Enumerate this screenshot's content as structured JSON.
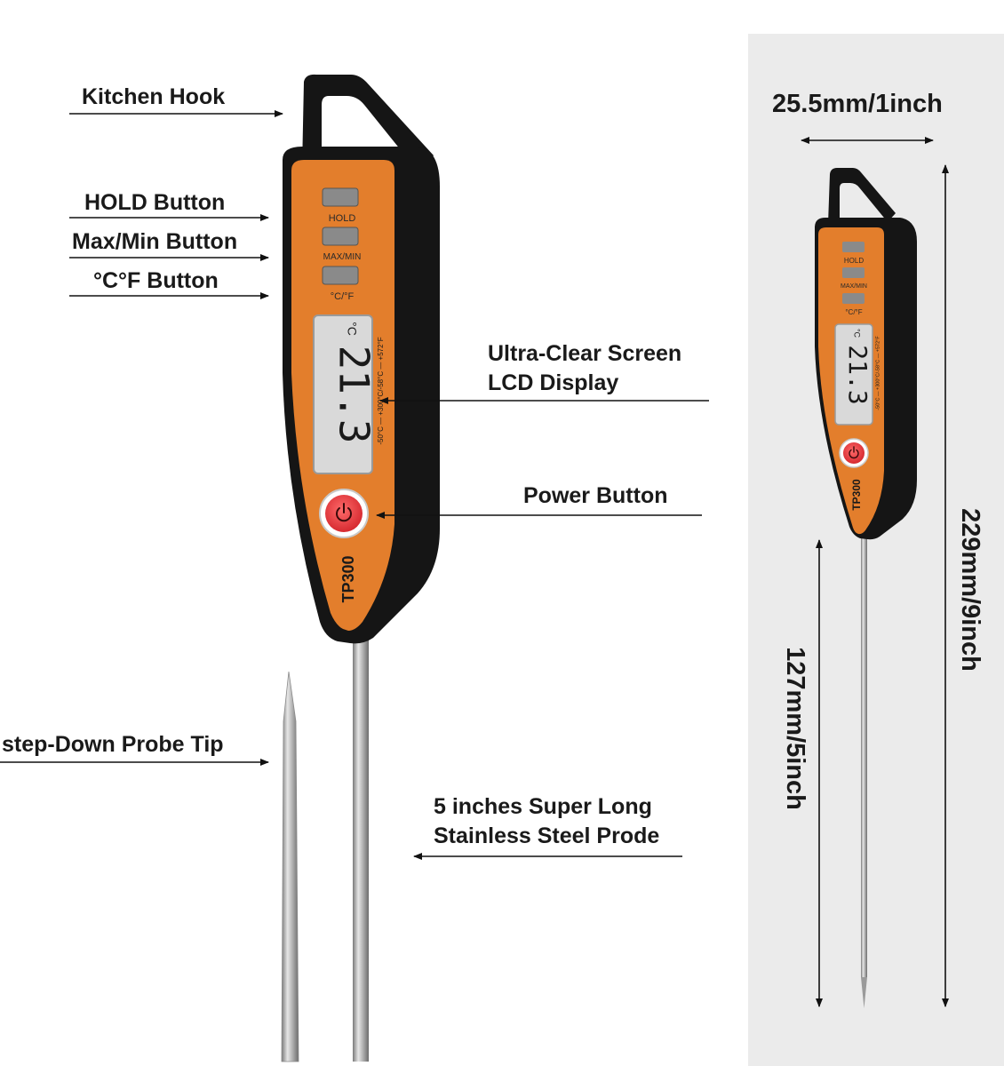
{
  "callouts": {
    "kitchen_hook": "Kitchen Hook",
    "hold_button": "HOLD Button",
    "maxmin_button": "Max/Min Button",
    "cf_button": "°C°F Button",
    "screen_line1": "Ultra-Clear Screen",
    "screen_line2": "LCD Display",
    "power_button": "Power Button",
    "probe_tip": "step-Down Probe Tip",
    "probe_line1": "5 inches Super Long",
    "probe_line2": "Stainless Steel Prode"
  },
  "device": {
    "hold_label": "HOLD",
    "maxmin_label": "MAX/MIN",
    "cf_label": "°C/°F",
    "reading": "21.3",
    "unit": "°C",
    "range_text": "-50°C — +300°C/-58°C — +572°F",
    "model": "TP300"
  },
  "dimensions": {
    "width": "25.5mm/1inch",
    "total_length": "229mm/9inch",
    "probe_length": "127mm/5inch"
  },
  "colors": {
    "body_orange": "#e37e2c",
    "frame_black": "#151515",
    "lcd_gray": "#d9d9d9",
    "power_red": "#e8363c",
    "panel_gray": "#ebebeb"
  }
}
